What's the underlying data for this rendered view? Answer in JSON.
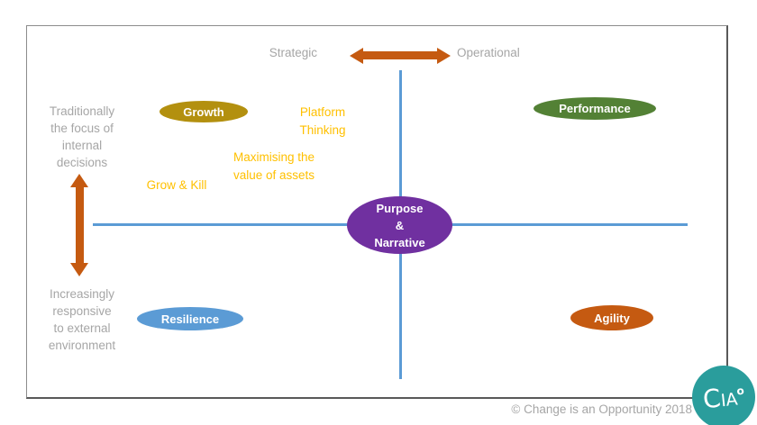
{
  "top_axis": {
    "left_label": "Strategic",
    "right_label": "Operational"
  },
  "left_axis": {
    "top_text_lines": [
      "Traditionally",
      "the focus of",
      "internal",
      "decisions"
    ],
    "bottom_text_lines": [
      "Increasingly",
      "responsive",
      "to external",
      "environment"
    ]
  },
  "ellipses": {
    "growth": "Growth",
    "performance": "Performance",
    "resilience": "Resilience",
    "agility": "Agility",
    "center_lines": [
      "Purpose",
      "&",
      "Narrative"
    ]
  },
  "yellow_notes": {
    "platform_lines": [
      "Platform",
      "Thinking"
    ],
    "maximising_lines": [
      "Maximising the",
      "value of assets"
    ],
    "grow_kill": "Grow & Kill"
  },
  "footer": {
    "copyright": "© Change is an Opportunity 2018"
  },
  "logo": {
    "letters": [
      "C",
      "I",
      "A",
      "o"
    ]
  },
  "colors": {
    "gold_ellipse": "#b3900f",
    "green_ellipse": "#538135",
    "blue_ellipse": "#5b9bd5",
    "orange_ellipse": "#c55a11",
    "purple_ellipse": "#7030a0",
    "arrow_orange": "#c55a11",
    "axis_blue": "#5b9bd5",
    "yellow_text": "#ffc000",
    "gray_text": "#a6a6a6",
    "logo_teal": "#2a9d9c"
  }
}
